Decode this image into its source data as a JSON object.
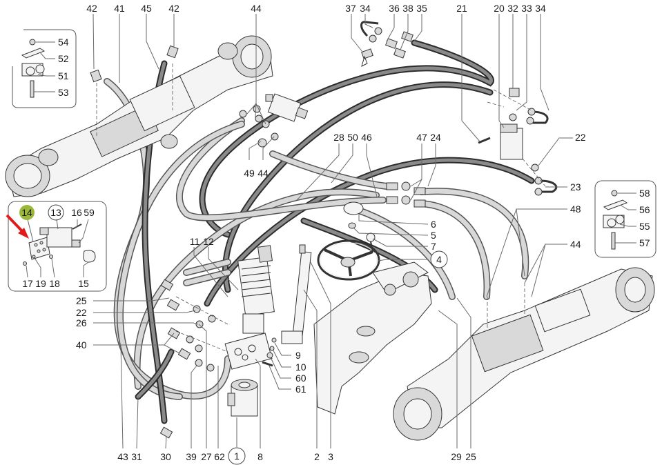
{
  "diagram": {
    "title": "Hydraulic steering system exploded parts diagram",
    "highlight_color": "#9bb83a",
    "arrow_color": "#e01b1b",
    "highlighted_part": "14",
    "callouts": {
      "top": [
        "42",
        "41",
        "45",
        "42",
        "44",
        "37",
        "34",
        "36",
        "38",
        "35",
        "21",
        "20",
        "32",
        "33",
        "34"
      ],
      "inset_left_top": [
        "54",
        "52",
        "51",
        "53"
      ],
      "inset_left_bottom": [
        "14",
        "13",
        "16",
        "59",
        "17",
        "19",
        "18",
        "15"
      ],
      "inset_right": [
        "58",
        "56",
        "55",
        "57"
      ],
      "middle": [
        "49",
        "44",
        "28",
        "50",
        "46",
        "47",
        "24",
        "22",
        "23",
        "48",
        "6",
        "5",
        "7",
        "4",
        "44",
        "11",
        "12"
      ],
      "left_side": [
        "25",
        "22",
        "26",
        "40"
      ],
      "center": [
        "9",
        "10",
        "60",
        "61"
      ],
      "bottom": [
        "43",
        "31",
        "30",
        "39",
        "27",
        "62",
        "1",
        "8",
        "2",
        "3",
        "29",
        "25"
      ]
    },
    "circled": [
      "13",
      "4",
      "1"
    ]
  }
}
